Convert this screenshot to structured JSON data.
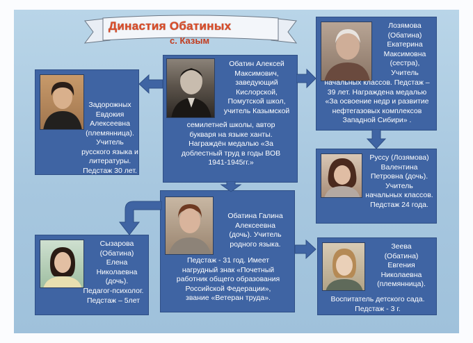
{
  "title": "Династия Обатиных",
  "subtitle": "с. Казым",
  "people": {
    "center": "Обатин Алексей\nМаксимович,\nзаведующий\nКислорской,\nПомутской школ,\nучитель Казымской\nсемилетней школы, автор\nбукваря на языке ханты.\nНаграждён медалью  «За\nдоблестный труд в годы ВОВ\n1941-1945гг.»",
    "left_top": "Задорожных\nЕвдокия\nАлексеевна\n(племянница). Учитель\nрусского языка и\nлитературы.\nПедстаж 30 лет.",
    "right_top_a": "Лозямова\n(Обатина)\nЕкатерина\nМаксимовна\n(сестра),\nУчитель",
    "right_top_b": "начальных классов. Педстаж –\n39 лет. Награждена медалью\n«За освоение недр и развитие\nнефтегазовых комплексов\nЗападной Сибири» .",
    "right_mid": "Руссу (Лозямова)\nВалентина\nПетровна (дочь).\nУчитель\nначальных классов.\nПедстаж 24 года.",
    "center_bottom_a": "Обатина  Галина\nАлексеевна\n(дочь). Учитель\nродного языка.",
    "center_bottom_b": "Педстаж  - 31 год.  Имеет\nнагрудный знак «Почетный\nработник общего образования\nРоссийской Федерации»,\nзвание «Ветеран труда».",
    "left_bottom_a": "Сызарова\n(Обатина)\nЕлена\nНиколаевна\n(дочь).",
    "left_bottom_b": "Педагог-психолог.\nПедстаж –  5лет",
    "right_bottom_a": "Зеева\n(Обатина)\nЕвгения\nНиколаевна\n(племянница).",
    "right_bottom_b": "Воспитатель детского сада.\nПедстаж - 3 г."
  }
}
